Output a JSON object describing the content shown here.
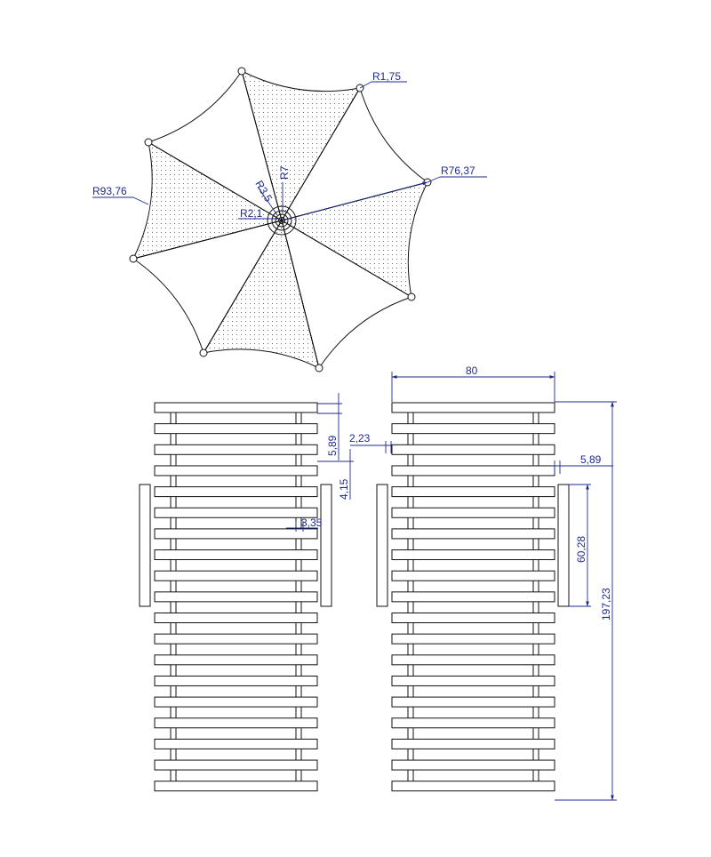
{
  "colors": {
    "outline": "#111111",
    "dimension": "#1e2a8c",
    "background": "#ffffff"
  },
  "umbrella": {
    "dimensions": {
      "tip_radius": "R1,75",
      "rib_radius": "R76,37",
      "canopy_radius": "R93,76",
      "hub_outer": "R7",
      "hub_mid": "R3,5",
      "hub_inner": "R2,1"
    }
  },
  "lounger": {
    "dimensions": {
      "slat_gap": "5,89",
      "slat_width": "4,15",
      "rail_width": "3,35",
      "offset": "2,23",
      "overall_width": "80",
      "side_gap": "5,89",
      "armrest_length": "60,28",
      "overall_length": "197,23"
    }
  }
}
